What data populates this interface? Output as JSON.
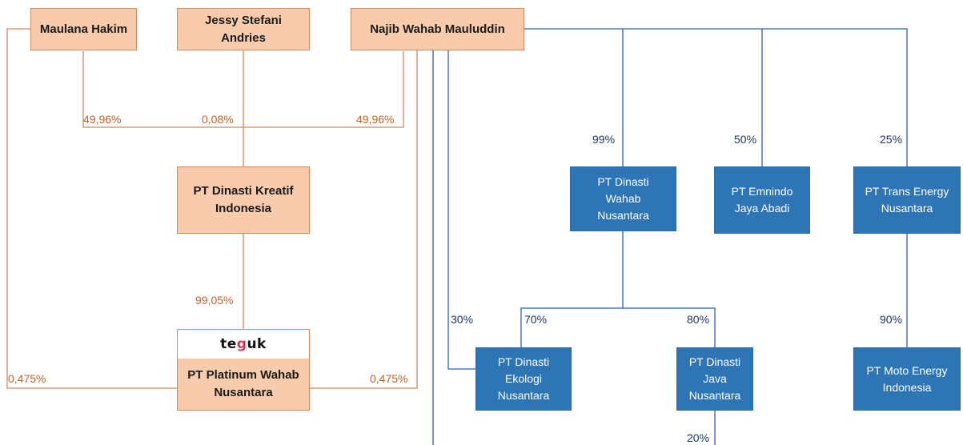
{
  "colors": {
    "orange_line": "#d2885a",
    "orange_fill": "#f8cbad",
    "blue_line": "#2e5fba",
    "blue_fill": "#2e75b6"
  },
  "owners": {
    "maulana": "Maulana Hakim",
    "jessy_line1": "Jessy Stefani",
    "jessy_line2": "Andries",
    "najib": "Najib Wahab Mauluddin"
  },
  "companies": {
    "dinasti_kreatif_line1": "PT Dinasti Kreatif",
    "dinasti_kreatif_line2": "Indonesia",
    "platinum_logo": "teguk",
    "platinum_line1": "PT Platinum Wahab",
    "platinum_line2": "Nusantara",
    "dinasti_wahab": [
      "PT Dinasti",
      "Wahab",
      "Nusantara"
    ],
    "emnindo": [
      "PT Emnindo",
      "Jaya Abadi"
    ],
    "trans_energy": [
      "PT Trans Energy",
      "Nusantara"
    ],
    "dinasti_ekologi": [
      "PT Dinasti",
      "Ekologi",
      "Nusantara"
    ],
    "dinasti_java": [
      "PT Dinasti",
      "Java",
      "Nusantara"
    ],
    "moto_energy": [
      "PT Moto Energy",
      "Indonesia"
    ]
  },
  "percentages": {
    "maulana_kreatif": "49,96%",
    "jessy_kreatif": "0,08%",
    "najib_kreatif": "49,96%",
    "kreatif_platinum": "99,05%",
    "maulana_platinum": "0,475%",
    "najib_platinum": "0,475%",
    "najib_wahab": "99%",
    "najib_emnindo": "50%",
    "najib_trans": "25%",
    "najib_ekologi": "30%",
    "wahab_ekologi": "70%",
    "wahab_java": "80%",
    "trans_moto": "90%",
    "java_bottom": "20%"
  }
}
